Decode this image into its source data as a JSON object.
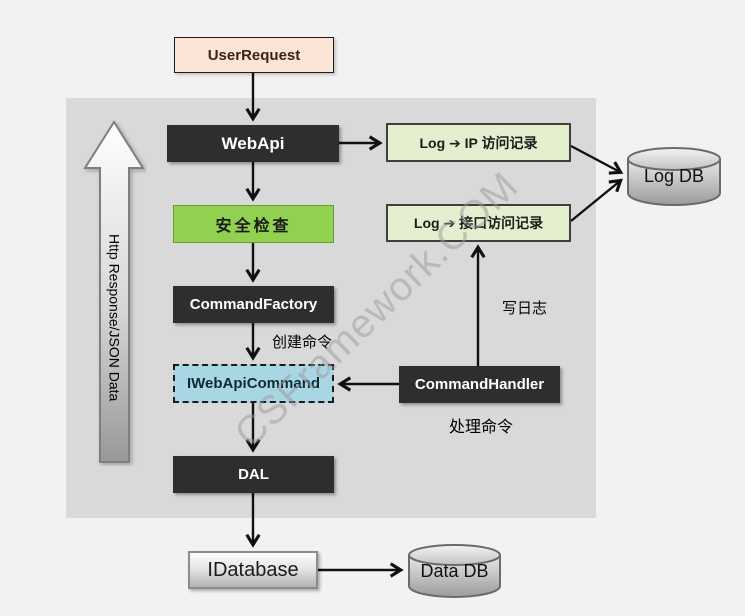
{
  "watermark": "CSFramework.COM",
  "side_arrow": {
    "label": "Http Response/JSON Data"
  },
  "nodes": {
    "user_request": {
      "label": "UserRequest"
    },
    "web_api": {
      "label": "WebApi"
    },
    "security_check": {
      "label": "安全检查"
    },
    "command_factory": {
      "label": "CommandFactory"
    },
    "iwebapi_command": {
      "label": "IWebApiCommand"
    },
    "dal": {
      "label": "DAL"
    },
    "command_handler": {
      "label": "CommandHandler"
    },
    "log_ip": {
      "label": "Log ➔ IP 访问记录"
    },
    "log_api": {
      "label": "Log ➔ 接口访问记录"
    },
    "idatabase": {
      "label": "IDatabase"
    },
    "log_db": {
      "label": "Log DB"
    },
    "data_db": {
      "label": "Data DB"
    }
  },
  "edge_labels": {
    "create_command": "创建命令",
    "write_log": "写日志",
    "handle_command": "处理命令"
  },
  "colors": {
    "page_bg": "#f2f2f2",
    "panel_bg": "#d9d9d9",
    "dark_node": "#2e2e2e",
    "peach_node": "#fbe5d6",
    "green_node": "#92d050",
    "lightgreen_node": "#e3efcf",
    "blue_node": "#a9d6e3",
    "arrow_stroke": "#111111"
  }
}
